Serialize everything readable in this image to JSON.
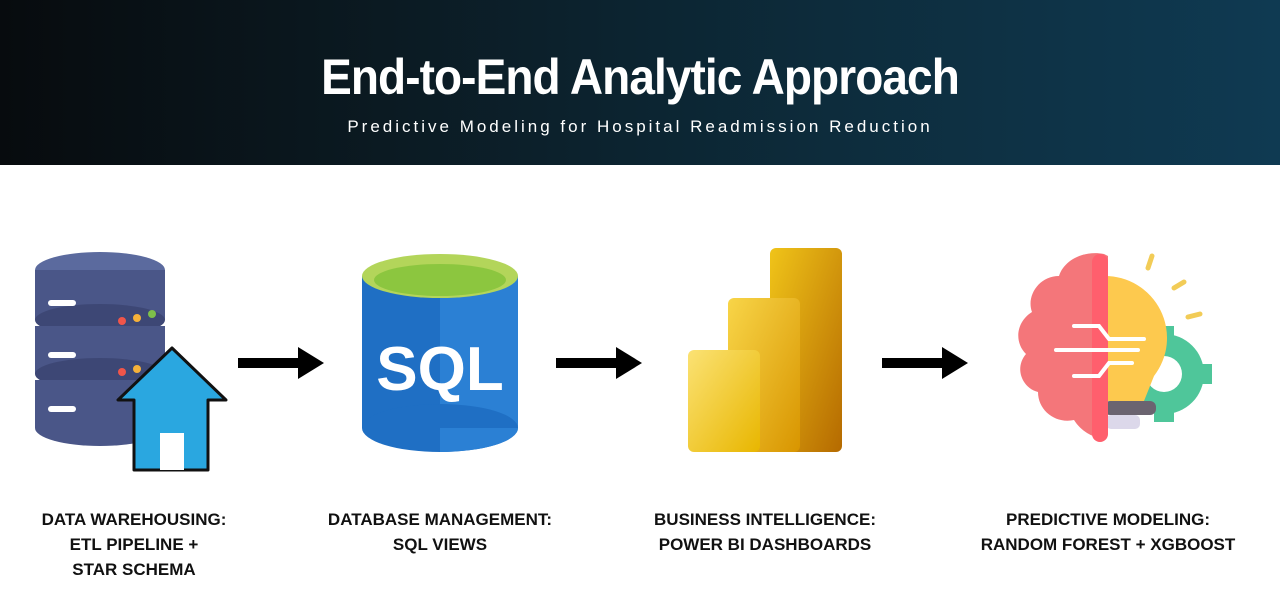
{
  "header": {
    "title": "End-to-End Analytic Approach",
    "subtitle": "Predictive Modeling for Hospital Readmission Reduction"
  },
  "steps": [
    {
      "icon": "data-warehouse-icon",
      "lines": [
        "DATA WAREHOUSING:",
        "ETL PIPELINE +",
        "STAR SCHEMA"
      ]
    },
    {
      "icon": "sql-database-icon",
      "icon_text": "SQL",
      "lines": [
        "DATABASE MANAGEMENT:",
        "SQL VIEWS"
      ]
    },
    {
      "icon": "power-bi-icon",
      "lines": [
        "BUSINESS INTELLIGENCE:",
        "POWER BI DASHBOARDS"
      ]
    },
    {
      "icon": "brain-lightbulb-icon",
      "lines": [
        "PREDICTIVE MODELING:",
        "RANDOM FOREST + XGBOOST"
      ]
    }
  ],
  "colors": {
    "header_dark": "#070b0e",
    "header_light": "#0f3a52",
    "sql_blue": "#1f6fc4",
    "sql_top": "#8cc63f",
    "pbi_gold": "#e8b600",
    "brain_red": "#f4767a",
    "bulb_yellow": "#fdc94e",
    "gear_green": "#4fc69a"
  }
}
